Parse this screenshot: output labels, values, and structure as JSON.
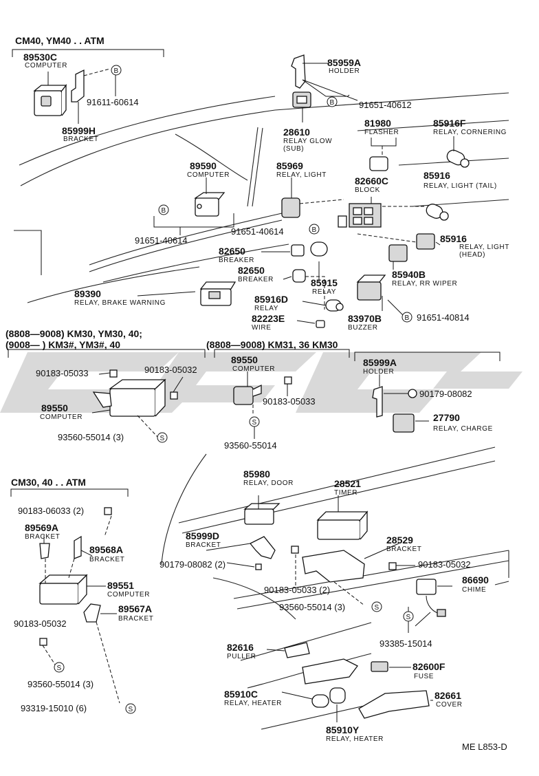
{
  "diagram_code": "ME L853-D",
  "watermark": "",
  "groups": {
    "cm40": "CM40, YM40 . . ATM",
    "km30_a": "(8808—9008) KM30,  YM30,  40;",
    "km30_b": "(9008—          ) KM3#,  YM3#,  40",
    "km31": "(8808—9008) KM31,  36  KM30",
    "cm30": "CM30, 40 . . ATM"
  },
  "markers": {
    "b": "B",
    "s": "S"
  },
  "parts": {
    "p89530C": {
      "no": "89530C",
      "name": "COMPUTER"
    },
    "p91611_60614": {
      "no": "91611-60614"
    },
    "p85999H": {
      "no": "85999H",
      "name": "BRACKET"
    },
    "p85959A": {
      "no": "85959A",
      "name": "HOLDER"
    },
    "p91651_40612": {
      "no": "91651-40612"
    },
    "p28610": {
      "no": "28610",
      "name": "RELAY GLOW",
      "name2": "(SUB)"
    },
    "p81980": {
      "no": "81980",
      "name": "FLASHER"
    },
    "p85916F": {
      "no": "85916F",
      "name": "RELAY, CORNERING"
    },
    "p89590": {
      "no": "89590",
      "name": "COMPUTER"
    },
    "p85969": {
      "no": "85969",
      "name": "RELAY, LIGHT"
    },
    "p82660C": {
      "no": "82660C",
      "name": "BLOCK"
    },
    "p85916_tail": {
      "no": "85916",
      "name": "RELAY, LIGHT (TAIL)"
    },
    "p91651_40614_a": {
      "no": "91651-40614"
    },
    "p91651_40614_b": {
      "no": "91651-40614"
    },
    "p82650_a": {
      "no": "82650",
      "name": "BREAKER"
    },
    "p85916_head": {
      "no": "85916",
      "name": "RELAY, LIGHT",
      "name2": "(HEAD)"
    },
    "p82650_b": {
      "no": "82650",
      "name": "BREAKER"
    },
    "p85940B": {
      "no": "85940B",
      "name": "RELAY, RR WIPER"
    },
    "p89390": {
      "no": "89390",
      "name": "RELAY, BRAKE WARNING"
    },
    "p85915": {
      "no": "85915",
      "name": "RELAY"
    },
    "p85916D": {
      "no": "85916D",
      "name": "RELAY"
    },
    "p83970B": {
      "no": "83970B",
      "name": "BUZZER"
    },
    "p91651_40814": {
      "no": "91651-40814"
    },
    "p82223E": {
      "no": "82223E",
      "name": "WIRE"
    },
    "p90183_05033_a": {
      "no": "90183-05033"
    },
    "p90183_05032_a": {
      "no": "90183-05032"
    },
    "p89550_a": {
      "no": "89550",
      "name": "COMPUTER"
    },
    "p93560_55014_a": {
      "no": "93560-55014 (3)"
    },
    "p89550_b": {
      "no": "89550",
      "name": "COMPUTER"
    },
    "p90183_05033_b": {
      "no": "90183-05033"
    },
    "p93560_55014_b": {
      "no": "93560-55014"
    },
    "p85999A": {
      "no": "85999A",
      "name": "HOLDER"
    },
    "p90179_08082_a": {
      "no": "90179-08082"
    },
    "p27790": {
      "no": "27790",
      "name": "RELAY, CHARGE"
    },
    "p90183_06033": {
      "no": "90183-06033 (2)"
    },
    "p89569A": {
      "no": "89569A",
      "name": "BRACKET"
    },
    "p89568A": {
      "no": "89568A",
      "name": "BRACKET"
    },
    "p89551": {
      "no": "89551",
      "name": "COMPUTER"
    },
    "p90183_05032_b": {
      "no": "90183-05032"
    },
    "p89567A": {
      "no": "89567A",
      "name": "BRACKET"
    },
    "p93560_55014_c": {
      "no": "93560-55014 (3)"
    },
    "p93319_15010": {
      "no": "93319-15010 (6)"
    },
    "p85980": {
      "no": "85980",
      "name": "RELAY, DOOR"
    },
    "p28521": {
      "no": "28521",
      "name": "TIMER"
    },
    "p85999D": {
      "no": "85999D",
      "name": "BRACKET"
    },
    "p28529": {
      "no": "28529",
      "name": "BRACKET"
    },
    "p90179_08082_b": {
      "no": "90179-08082 (2)"
    },
    "p90183_05032_c": {
      "no": "90183-05032"
    },
    "p90183_05033_c": {
      "no": "90183-05033 (2)"
    },
    "p86690": {
      "no": "86690",
      "name": "CHIME"
    },
    "p93560_55014_d": {
      "no": "93560-55014 (3)"
    },
    "p93385_15014": {
      "no": "93385-15014"
    },
    "p82616": {
      "no": "82616",
      "name": "PULLER"
    },
    "p82600F": {
      "no": "82600F",
      "name": "FUSE"
    },
    "p85910C": {
      "no": "85910C",
      "name": "RELAY, HEATER"
    },
    "p82661": {
      "no": "82661",
      "name": "COVER"
    },
    "p85910Y": {
      "no": "85910Y",
      "name": "RELAY, HEATER"
    }
  }
}
